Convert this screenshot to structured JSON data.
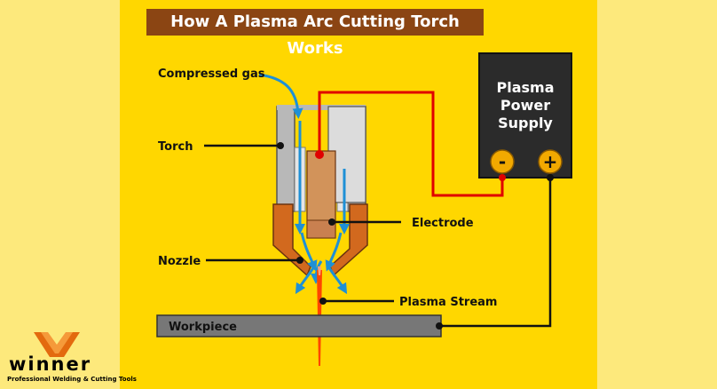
{
  "title": "How A Plasma Arc Cutting Torch Works",
  "labels": {
    "compressed_gas": "Compressed gas",
    "torch": "Torch",
    "electrode": "Electrode",
    "nozzle": "Nozzle",
    "plasma_stream": "Plasma Stream",
    "workpiece": "Workpiece"
  },
  "power_supply": {
    "line1": "Plasma",
    "line2": "Power",
    "line3": "Supply",
    "negative": "-",
    "positive": "+"
  },
  "logo": {
    "word": "winner",
    "tagline": "Professional Welding & Cutting Tools"
  },
  "colors": {
    "background": "#ffd700",
    "side_panels": "#fde97c",
    "title_bar": "#8b4513",
    "power_box": "#2b2b2b",
    "terminal": "#f2a900",
    "wire_negative": "#e00000",
    "wire_positive": "#111111",
    "gas_arrows": "#1e90d6",
    "torch_body": "#b8b8b8",
    "electrode": "#d2935a",
    "nozzle": "#d2691e",
    "plasma": "#ff4500",
    "workpiece": "#777777"
  }
}
